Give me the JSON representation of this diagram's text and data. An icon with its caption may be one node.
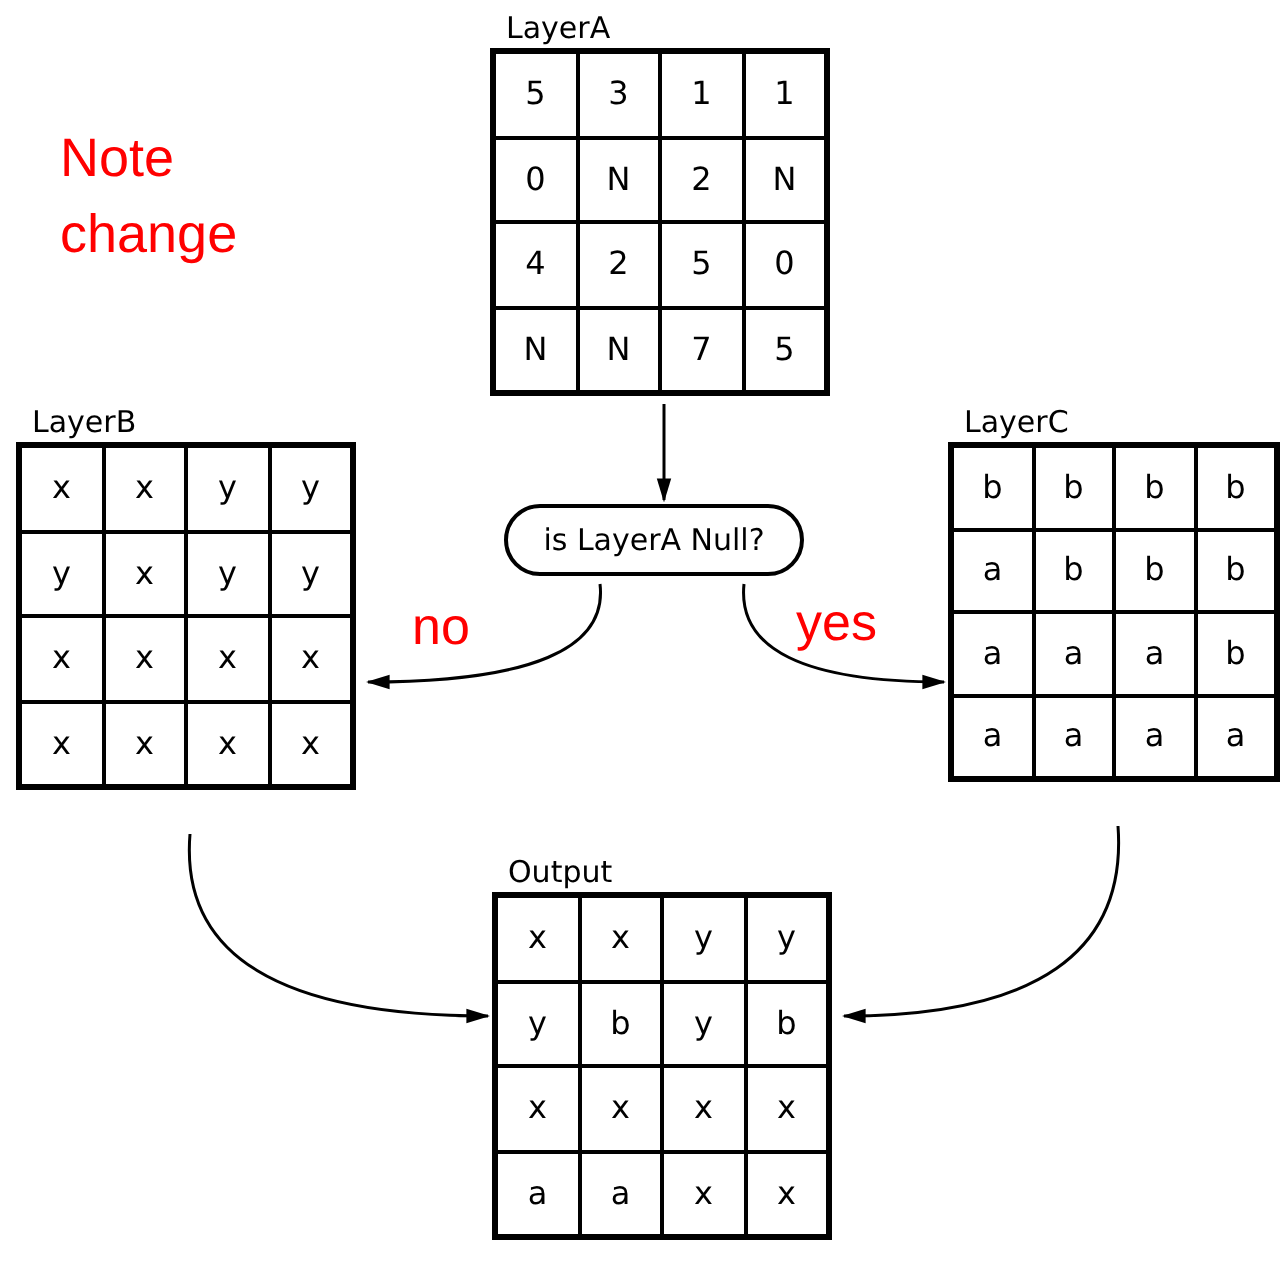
{
  "diagram": {
    "nodes": [
      {
        "text": [
          "LayerA",
          "5",
          "3",
          "1",
          "1",
          "0",
          "N",
          "2",
          "N",
          "4",
          "2",
          "5",
          "0",
          "N",
          "N",
          "7",
          "5"
        ]
      },
      {
        "text": [
          "is LayerA Null?"
        ]
      },
      {
        "text": [
          "LayerB",
          "x",
          "x",
          "y",
          "y",
          "y",
          "x",
          "y",
          "y",
          "x",
          "x",
          "x",
          "x",
          "x",
          "x",
          "x",
          "x"
        ]
      },
      {
        "text": [
          "LayerC",
          "b",
          "b",
          "b",
          "b",
          "a",
          "b",
          "b",
          "b",
          "a",
          "a",
          "a",
          "b",
          "a",
          "a",
          "a",
          "a"
        ]
      },
      {
        "text": [
          "Output",
          "x",
          "x",
          "y",
          "y",
          "y",
          "b",
          "y",
          "b",
          "x",
          "x",
          "x",
          "x",
          "a",
          "a",
          "x",
          "x"
        ]
      }
    ],
    "edges": [
      {
        "from": 0,
        "to": 1,
        "arrow": "to"
      },
      {
        "from": 1,
        "to": 2,
        "arrow": "to",
        "label": "no"
      },
      {
        "from": 1,
        "to": 3,
        "arrow": "to",
        "label": "yes"
      },
      {
        "from": 2,
        "to": 4,
        "arrow": "to"
      },
      {
        "from": 3,
        "to": 4,
        "arrow": "to"
      }
    ],
    "labels": [
      "Note change"
    ]
  }
}
